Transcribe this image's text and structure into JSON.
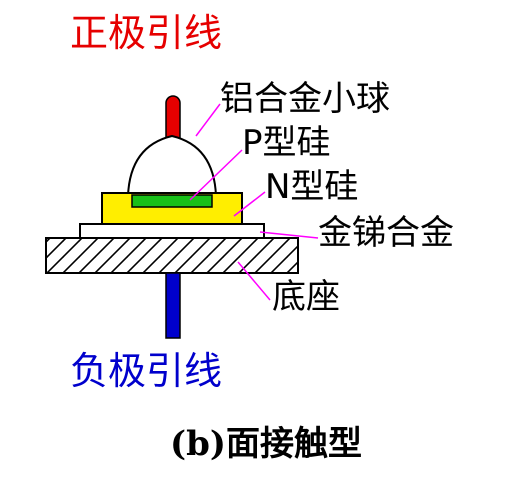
{
  "labels": {
    "positive_lead": "正极引线",
    "negative_lead": "负极引线",
    "aluminum_ball": "铝合金小球",
    "p_silicon": "P型硅",
    "n_silicon": "N型硅",
    "gold_antimony": "金锑合金",
    "base": "底座"
  },
  "caption": "(b)面接触型",
  "colors": {
    "positive_lead": "#e60000",
    "negative_lead": "#0000cc",
    "p_silicon": "#18c018",
    "n_silicon": "#ffee00",
    "leader_lines": "#ff00ff",
    "outline": "#000000"
  }
}
